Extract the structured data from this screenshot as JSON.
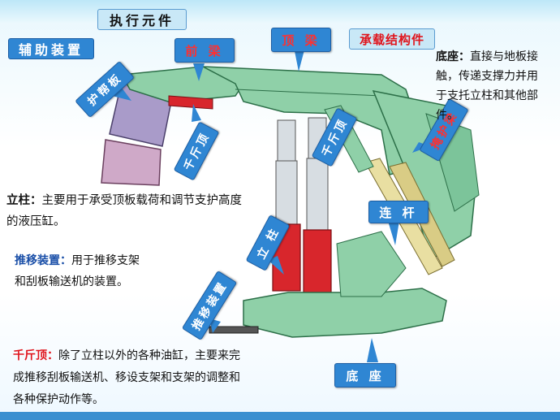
{
  "headings": {
    "exec": "执行元件",
    "aux": "辅助装置",
    "support": "承载结构件"
  },
  "labels": {
    "qianliang": "前 梁",
    "dingliang": "顶 梁",
    "hubangban": "护帮板",
    "qianjinding_left": "千斤顶",
    "qianjinding_right": "千斤顶",
    "yanhuliang": "掩护梁",
    "liangan": "连 杆",
    "lizhu": "立 柱",
    "tuiyi": "推移装置",
    "dizuo": "底 座"
  },
  "descriptions": {
    "dizuo_title": "底座：",
    "dizuo_text": "直接与地板接触，传递支撑力并用于支托立柱和其他部件。",
    "lizhu_title": "立柱：",
    "lizhu_text": "主要用于承受顶板载荷和调节支护高度的液压缸。",
    "tuiyi_title": "推移装置：",
    "tuiyi_text": "用于推移支架和刮板输送机的装置。",
    "qjd_title": "千斤顶：",
    "qjd_text": "除了立柱以外的各种油缸，主要来完成推移刮板输送机、移设支架和支架的调整和各种保护动作等。"
  },
  "colors": {
    "label_bg": "#2f86d3",
    "title_red": "#e0141c",
    "title_blue": "#1a4fa8",
    "heading_bg": "#c9e8f7",
    "steel_green": "#8fd0a8",
    "cylinder_red": "#d8262c",
    "cylinder_silver": "#d7dde2",
    "panel_purple": "#a99bc9",
    "rod_yellow": "#e9dfa2"
  }
}
